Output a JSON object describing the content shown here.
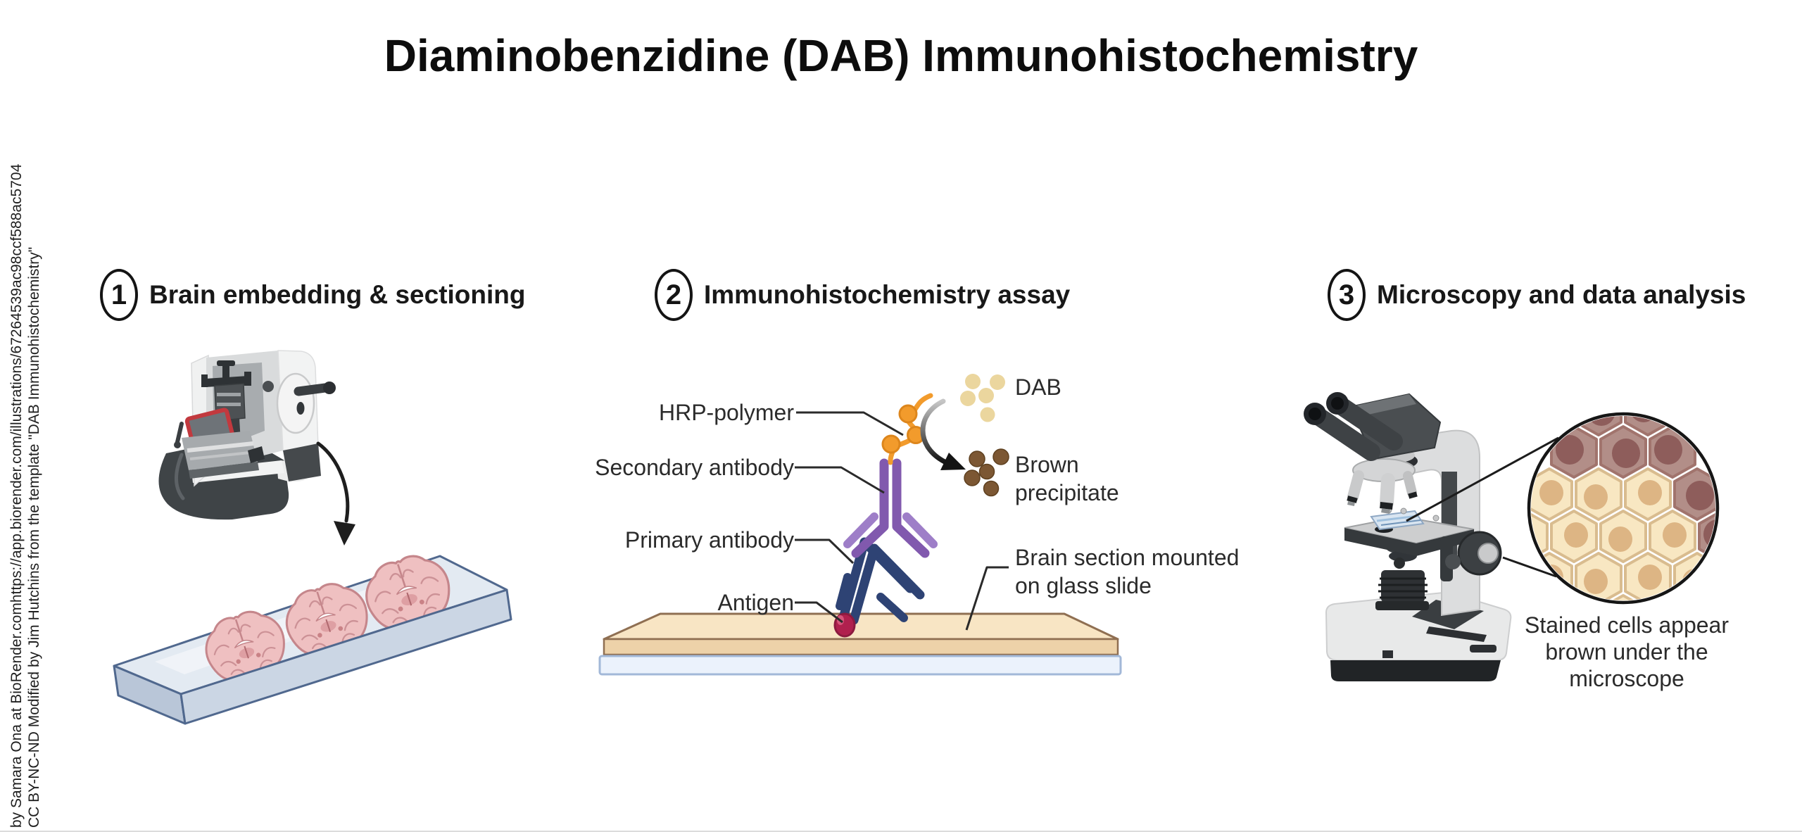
{
  "title": "Diaminobenzidine (DAB) Immunohistochemistry",
  "credit": {
    "license_line": "CC BY-NC-ND Modified by Jim Hutchins from the template \"DAB Immunohistochemistry\"",
    "attribution_line": "by Samara Ona at BioRender.comhttps://app.biorender.com/illustrations/67264539ac98ccf588ac5704"
  },
  "steps": [
    {
      "number": "1",
      "label": "Brain embedding & sectioning"
    },
    {
      "number": "2",
      "label": "Immunohistochemistry assay"
    },
    {
      "number": "3",
      "label": "Microscopy and data analysis"
    }
  ],
  "assay": {
    "hrp_polymer_label": "HRP-polymer",
    "secondary_antibody_label": "Secondary antibody",
    "primary_antibody_label": "Primary antibody",
    "antigen_label": "Antigen",
    "dab_label": "DAB",
    "brown_precipitate_line1": "Brown",
    "brown_precipitate_line2": "precipitate",
    "slide_label_line1": "Brain section mounted",
    "slide_label_line2": "on glass slide"
  },
  "microscopy": {
    "caption_line1": "Stained cells appear",
    "caption_line2": "brown under the",
    "caption_line3": "microscope"
  },
  "colors": {
    "secondary_antibody": "#8159AE",
    "secondary_antibody_light": "#9E7EC8",
    "primary_antibody": "#2E4374",
    "antigen_red": "#B0204E",
    "hrp_polymer_orange": "#F29B2C",
    "dab_granule": "#EBD69E",
    "brown_granule": "#7C5733",
    "tissue_tan": "#F8E5C4",
    "glass_blue": "#EBF2FC",
    "brain_pink": "#EFC0C1",
    "stained_cell": "#B28E88",
    "unstained_cell": "#F8E7C2"
  }
}
